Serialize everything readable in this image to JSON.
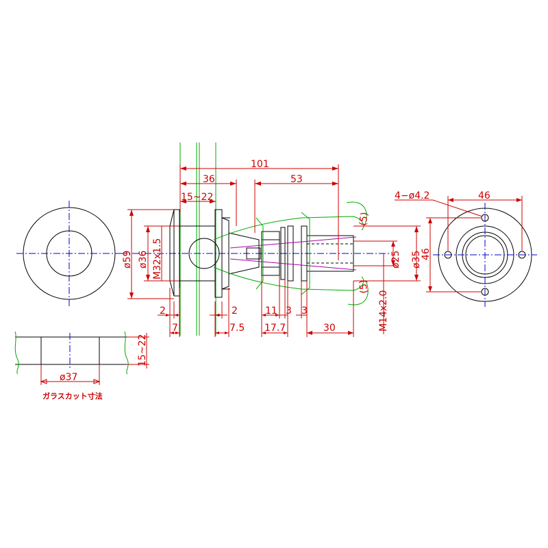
{
  "colors": {
    "dimension": "#cc0000",
    "outline": "#000000",
    "glass": "#00aa00",
    "centerline": "#0000cc",
    "thread": "#aa00aa"
  },
  "dims": {
    "d101": "101",
    "d36": "36",
    "d53": "53",
    "d15_22_top": "15~22",
    "d59": "ø59",
    "d36_dia": "ø36",
    "m32": "M32x1.5",
    "d25": "ø25",
    "d35": "ø35",
    "d5_top": "(5)",
    "d5_bottom": "(5)",
    "m14": "M14x2.0",
    "d2_left": "2",
    "d7": "7",
    "d2_mid": "2",
    "d7_5": "7.5",
    "d11": "11",
    "d3_a": "3",
    "d3_b": "3",
    "d17_7": "17.7",
    "d30": "30",
    "d46_h": "46",
    "d46_v": "46",
    "holes": "4−ø4.2",
    "d37": "ø37",
    "d15_22_side": "15~22"
  },
  "notes": {
    "glass_cut": "ガラスカット寸法"
  }
}
